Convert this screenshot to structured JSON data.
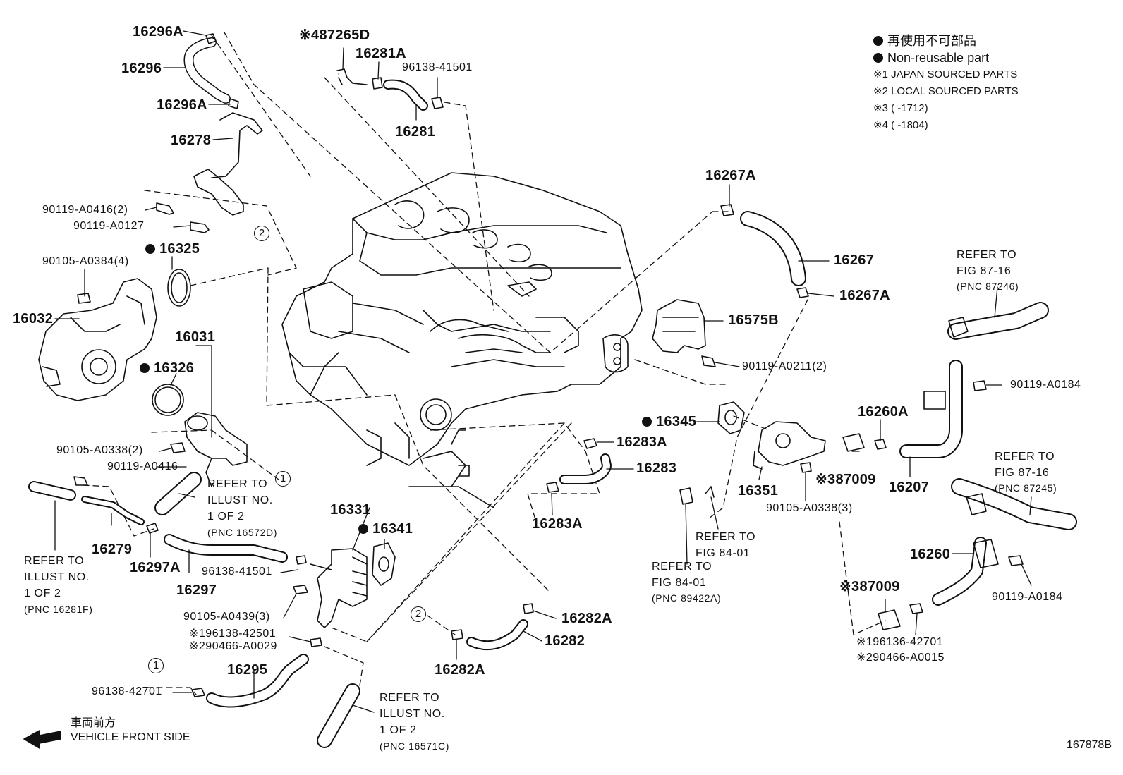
{
  "legend": {
    "non_reusable_jp": "再使用不可部品",
    "non_reusable_en": "Non-reusable part",
    "note1": "※1 JAPAN SOURCED PARTS",
    "note2": "※2 LOCAL SOURCED PARTS",
    "note3": "※3 (      -1712)",
    "note4": "※4 (      -1804)"
  },
  "parts": {
    "p16296A_top": "16296A",
    "p16296": "16296",
    "p16296A_mid": "16296A",
    "p16278": "16278",
    "p90119_A0416_2": "90119-A0416(2)",
    "p90119_A0127": "90119-A0127",
    "p16325": "16325",
    "p90105_A0384_4": "90105-A0384(4)",
    "p16032": "16032",
    "p16031": "16031",
    "p16326": "16326",
    "p90105_A0338_2": "90105-A0338(2)",
    "p90119_A0416": "90119-A0416",
    "p16279": "16279",
    "p16297A": "16297A",
    "p16297": "16297",
    "p96138_41501_left": "96138-41501",
    "p90105_A0439_3": "90105-A0439(3)",
    "p96138_42501": "※196138-42501",
    "p90466_A0029": "※290466-A0029",
    "p16295": "16295",
    "p96138_42701": "96138-42701",
    "p87265D": "※487265D",
    "p16281A": "16281A",
    "p96138_41501_top": "96138-41501",
    "p16281": "16281",
    "p16331": "16331",
    "p16341": "16341",
    "p16283A_top": "16283A",
    "p16283": "16283",
    "p16283A_bot": "16283A",
    "p16282A_right": "16282A",
    "p16282": "16282",
    "p16282A_bot": "16282A",
    "p16267A_top": "16267A",
    "p16267": "16267",
    "p16267A_mid": "16267A",
    "p16575B": "16575B",
    "p90119_A0211_2": "90119-A0211(2)",
    "p16345": "16345",
    "p16351": "16351",
    "p87009_mid": "※387009",
    "p90105_A0338_3": "90105-A0338(3)",
    "p16260A": "16260A",
    "p16207": "16207",
    "p90119_A0184_top": "90119-A0184",
    "p16260": "16260",
    "p90119_A0184_bot": "90119-A0184",
    "p87009_bot": "※387009",
    "p96136_42701": "※196136-42701",
    "p90466_A0015": "※290466-A0015"
  },
  "refs": {
    "fig87_16_top": [
      "REFER TO",
      "FIG 87-16",
      "(PNC 87246)"
    ],
    "fig87_16_mid": [
      "REFER TO",
      "FIG 87-16",
      "(PNC 87245)"
    ],
    "illust_16572D": [
      "REFER TO",
      "ILLUST NO.",
      "1 OF 2",
      "(PNC 16572D)"
    ],
    "illust_16281F": [
      "REFER TO",
      "ILLUST NO.",
      "1 OF 2",
      "(PNC 16281F)"
    ],
    "illust_16571C": [
      "REFER TO",
      "ILLUST NO.",
      "1 OF 2",
      "(PNC 16571C)"
    ],
    "fig84_01_a": [
      "REFER TO",
      "FIG 84-01"
    ],
    "fig84_01_b": [
      "REFER TO",
      "FIG 84-01",
      "(PNC 89422A)"
    ]
  },
  "circles": {
    "c1": "1",
    "c2": "2"
  },
  "front": {
    "jp": "車両前方",
    "en": "VEHICLE FRONT SIDE"
  },
  "figure_code": "167878B"
}
